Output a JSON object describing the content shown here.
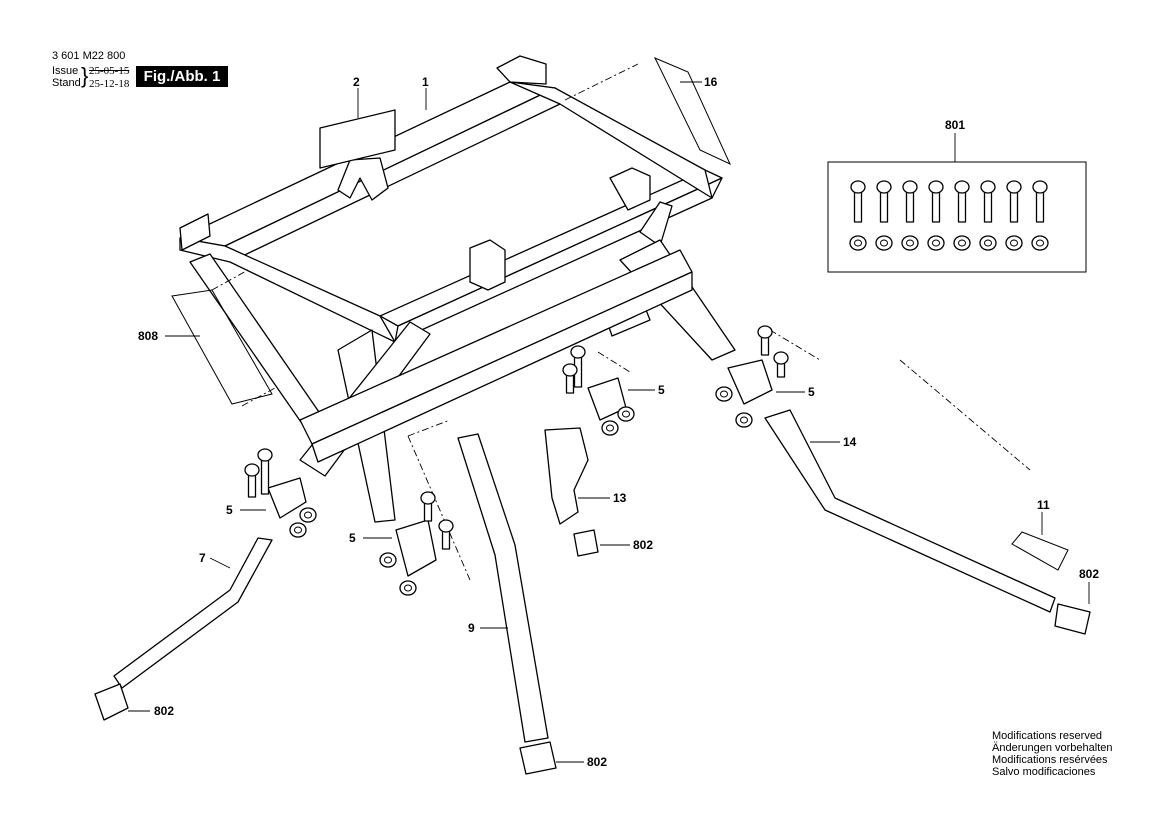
{
  "header": {
    "doc_number": "3 601 M22 800",
    "issue_label": "Issue",
    "stand_label": "Stand",
    "issue_date": "25-05-15",
    "stand_date": "25-12-18",
    "figure_label": "Fig./Abb. 1"
  },
  "callouts": {
    "c1": "1",
    "c2": "2",
    "c16": "16",
    "c801": "801",
    "c808": "808",
    "c5a": "5",
    "c5b": "5",
    "c5c": "5",
    "c5d": "5",
    "c14": "14",
    "c13": "13",
    "c802a": "802",
    "c802b": "802",
    "c802c": "802",
    "c802d": "802",
    "c11": "11",
    "c7": "7",
    "c9": "9"
  },
  "notes": {
    "line1": "Modifications reserved",
    "line2": "Änderungen vorbehalten",
    "line3": "Modifications resérvées",
    "line4": "Salvo modificaciones"
  }
}
